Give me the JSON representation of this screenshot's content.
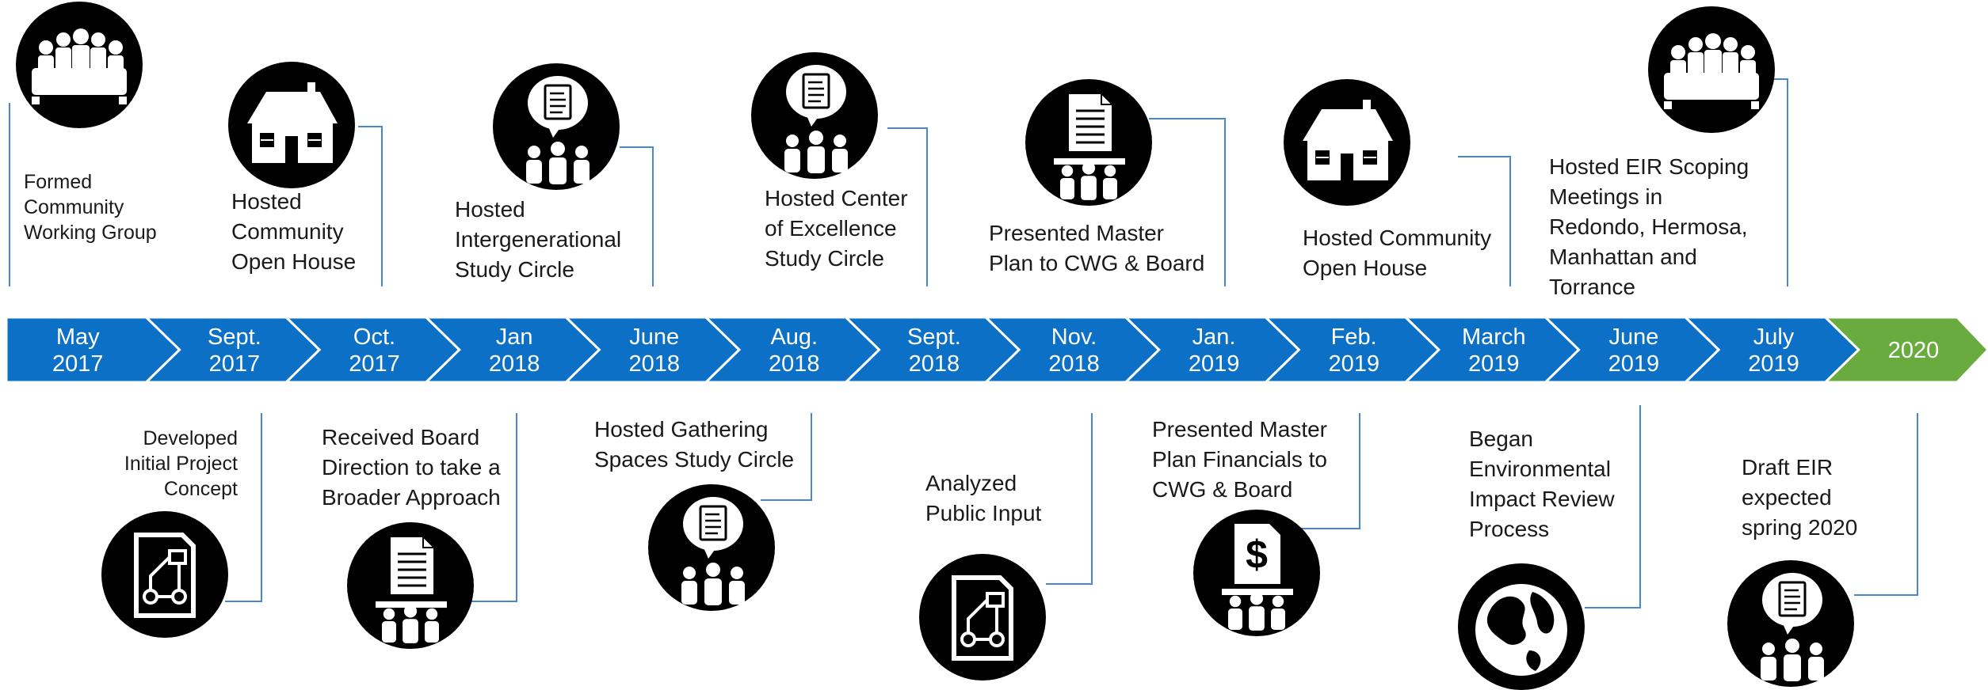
{
  "colors": {
    "band_blue": "#0b70c6",
    "band_green": "#6aab3f",
    "band_text": "#ffffff",
    "connector": "#4a86d0",
    "icon_circle": "#000000",
    "icon_fill": "#ffffff"
  },
  "timeline": [
    {
      "month": "May",
      "year": "2017"
    },
    {
      "month": "Sept.",
      "year": "2017"
    },
    {
      "month": "Oct.",
      "year": "2017"
    },
    {
      "month": "Jan",
      "year": "2018"
    },
    {
      "month": "June",
      "year": "2018"
    },
    {
      "month": "Aug.",
      "year": "2018"
    },
    {
      "month": "Sept.",
      "year": "2018"
    },
    {
      "month": "Nov.",
      "year": "2018"
    },
    {
      "month": "Jan.",
      "year": "2019"
    },
    {
      "month": "Feb.",
      "year": "2019"
    },
    {
      "month": "March",
      "year": "2019"
    },
    {
      "month": "June",
      "year": "2019"
    },
    {
      "month": "July",
      "year": "2019"
    },
    {
      "month": "2020",
      "year": ""
    }
  ],
  "events_top": [
    {
      "text": "Formed\nCommunity\nWorking Group",
      "icon": "meeting-table-icon"
    },
    {
      "text": "Hosted\nCommunity\nOpen House",
      "icon": "house-icon"
    },
    {
      "text": "Hosted\nIntergenerational\nStudy Circle",
      "icon": "study-circle-icon"
    },
    {
      "text": "Hosted Center\nof Excellence\nStudy Circle",
      "icon": "study-circle-icon"
    },
    {
      "text": "Presented Master\nPlan to CWG & Board",
      "icon": "document-meeting-icon"
    },
    {
      "text": "Hosted Community\nOpen House",
      "icon": "house-icon"
    },
    {
      "text": "Hosted EIR Scoping\nMeetings in\nRedondo, Hermosa,\nManhattan and\nTorrance",
      "icon": "meeting-table-icon"
    }
  ],
  "events_bottom": [
    {
      "text": "Developed\nInitial Project\nConcept",
      "icon": "flowchart-document-icon"
    },
    {
      "text": "Received Board\nDirection to take a\nBroader Approach",
      "icon": "document-meeting-icon"
    },
    {
      "text": "Hosted Gathering\nSpaces Study Circle",
      "icon": "study-circle-icon"
    },
    {
      "text": "Analyzed\nPublic Input",
      "icon": "flowchart-document-icon"
    },
    {
      "text": "Presented Master\nPlan Financials to\nCWG & Board",
      "icon": "financials-meeting-icon"
    },
    {
      "text": "Began\nEnvironmental\nImpact Review\nProcess",
      "icon": "globe-icon"
    },
    {
      "text": "Draft EIR\nexpected\nspring 2020",
      "icon": "study-circle-icon"
    }
  ]
}
